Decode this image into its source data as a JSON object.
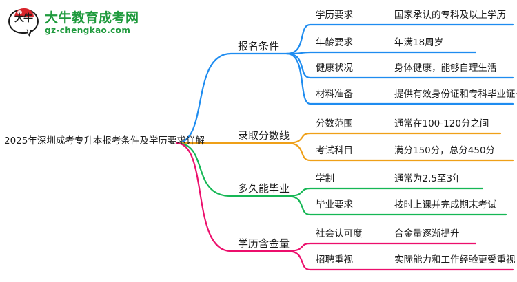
{
  "logo": {
    "mark_text": "大牛",
    "title": "大牛教育成考网",
    "subtitle": "gz-chengkao.com",
    "brand_green": "#1f9a3d",
    "cap_red": "#d8232a"
  },
  "mindmap": {
    "type": "mindmap",
    "root": "2025年深圳成考专升本报考条件及学历要求详解",
    "branches": [
      {
        "label": "报名条件",
        "color": "#1e8cf0",
        "children": [
          {
            "label": "学历要求",
            "detail": "国家承认的专科及以上学历"
          },
          {
            "label": "年龄要求",
            "detail": "年满18周岁"
          },
          {
            "label": "健康状况",
            "detail": "身体健康，能够自理生活"
          },
          {
            "label": "材料准备",
            "detail": "提供有效身份证和专科毕业证书"
          }
        ]
      },
      {
        "label": "录取分数线",
        "color": "#efa018",
        "children": [
          {
            "label": "分数范围",
            "detail": "通常在100-120分之间"
          },
          {
            "label": "考试科目",
            "detail": "满分150分，总分450分"
          }
        ]
      },
      {
        "label": "多久能毕业",
        "color": "#16b755",
        "children": [
          {
            "label": "学制",
            "detail": "通常为2.5至3年"
          },
          {
            "label": "毕业要求",
            "detail": "按时上课并完成期末考试"
          }
        ]
      },
      {
        "label": "学历含金量",
        "color": "#ec0f6c",
        "children": [
          {
            "label": "社会认可度",
            "detail": "合金量逐渐提升"
          },
          {
            "label": "招聘重视",
            "detail": "实际能力和工作经验更受重视"
          }
        ]
      }
    ]
  }
}
